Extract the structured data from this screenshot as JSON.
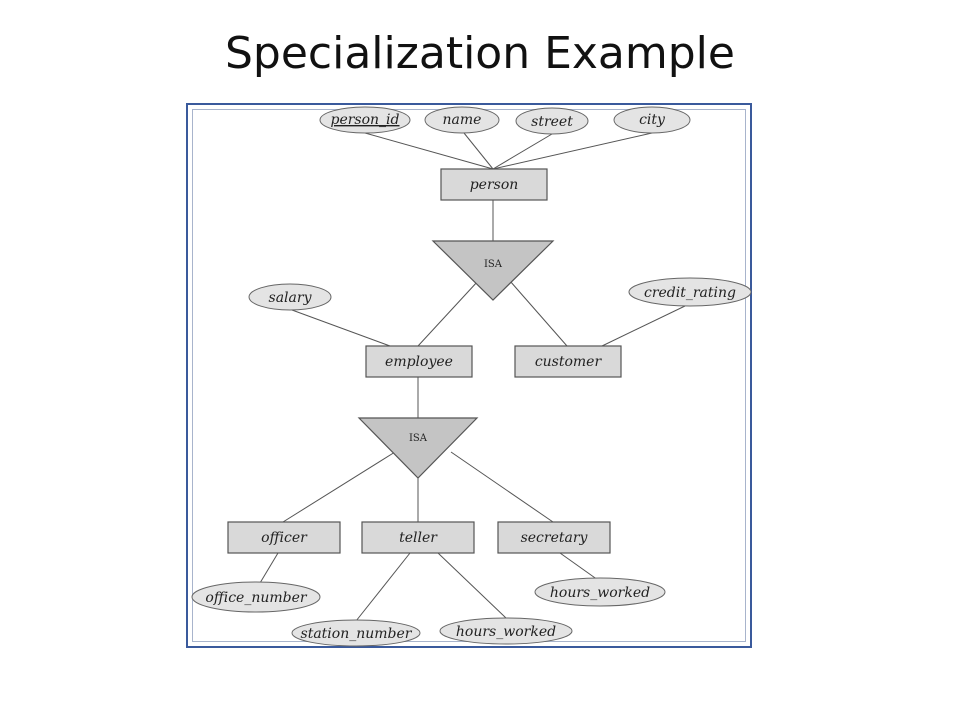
{
  "slide": {
    "title": "Specialization Example"
  },
  "diagram": {
    "isa_label": "ISA",
    "attributes": {
      "person_id": "person_id",
      "name": "name",
      "street": "street",
      "city": "city",
      "salary": "salary",
      "credit_rating": "credit_rating",
      "office_number": "office_number",
      "station_number": "station_number",
      "hours_worked_teller": "hours_worked",
      "hours_worked_secretary": "hours_worked"
    },
    "entities": {
      "person": "person",
      "employee": "employee",
      "customer": "customer",
      "officer": "officer",
      "teller": "teller",
      "secretary": "secretary"
    }
  }
}
